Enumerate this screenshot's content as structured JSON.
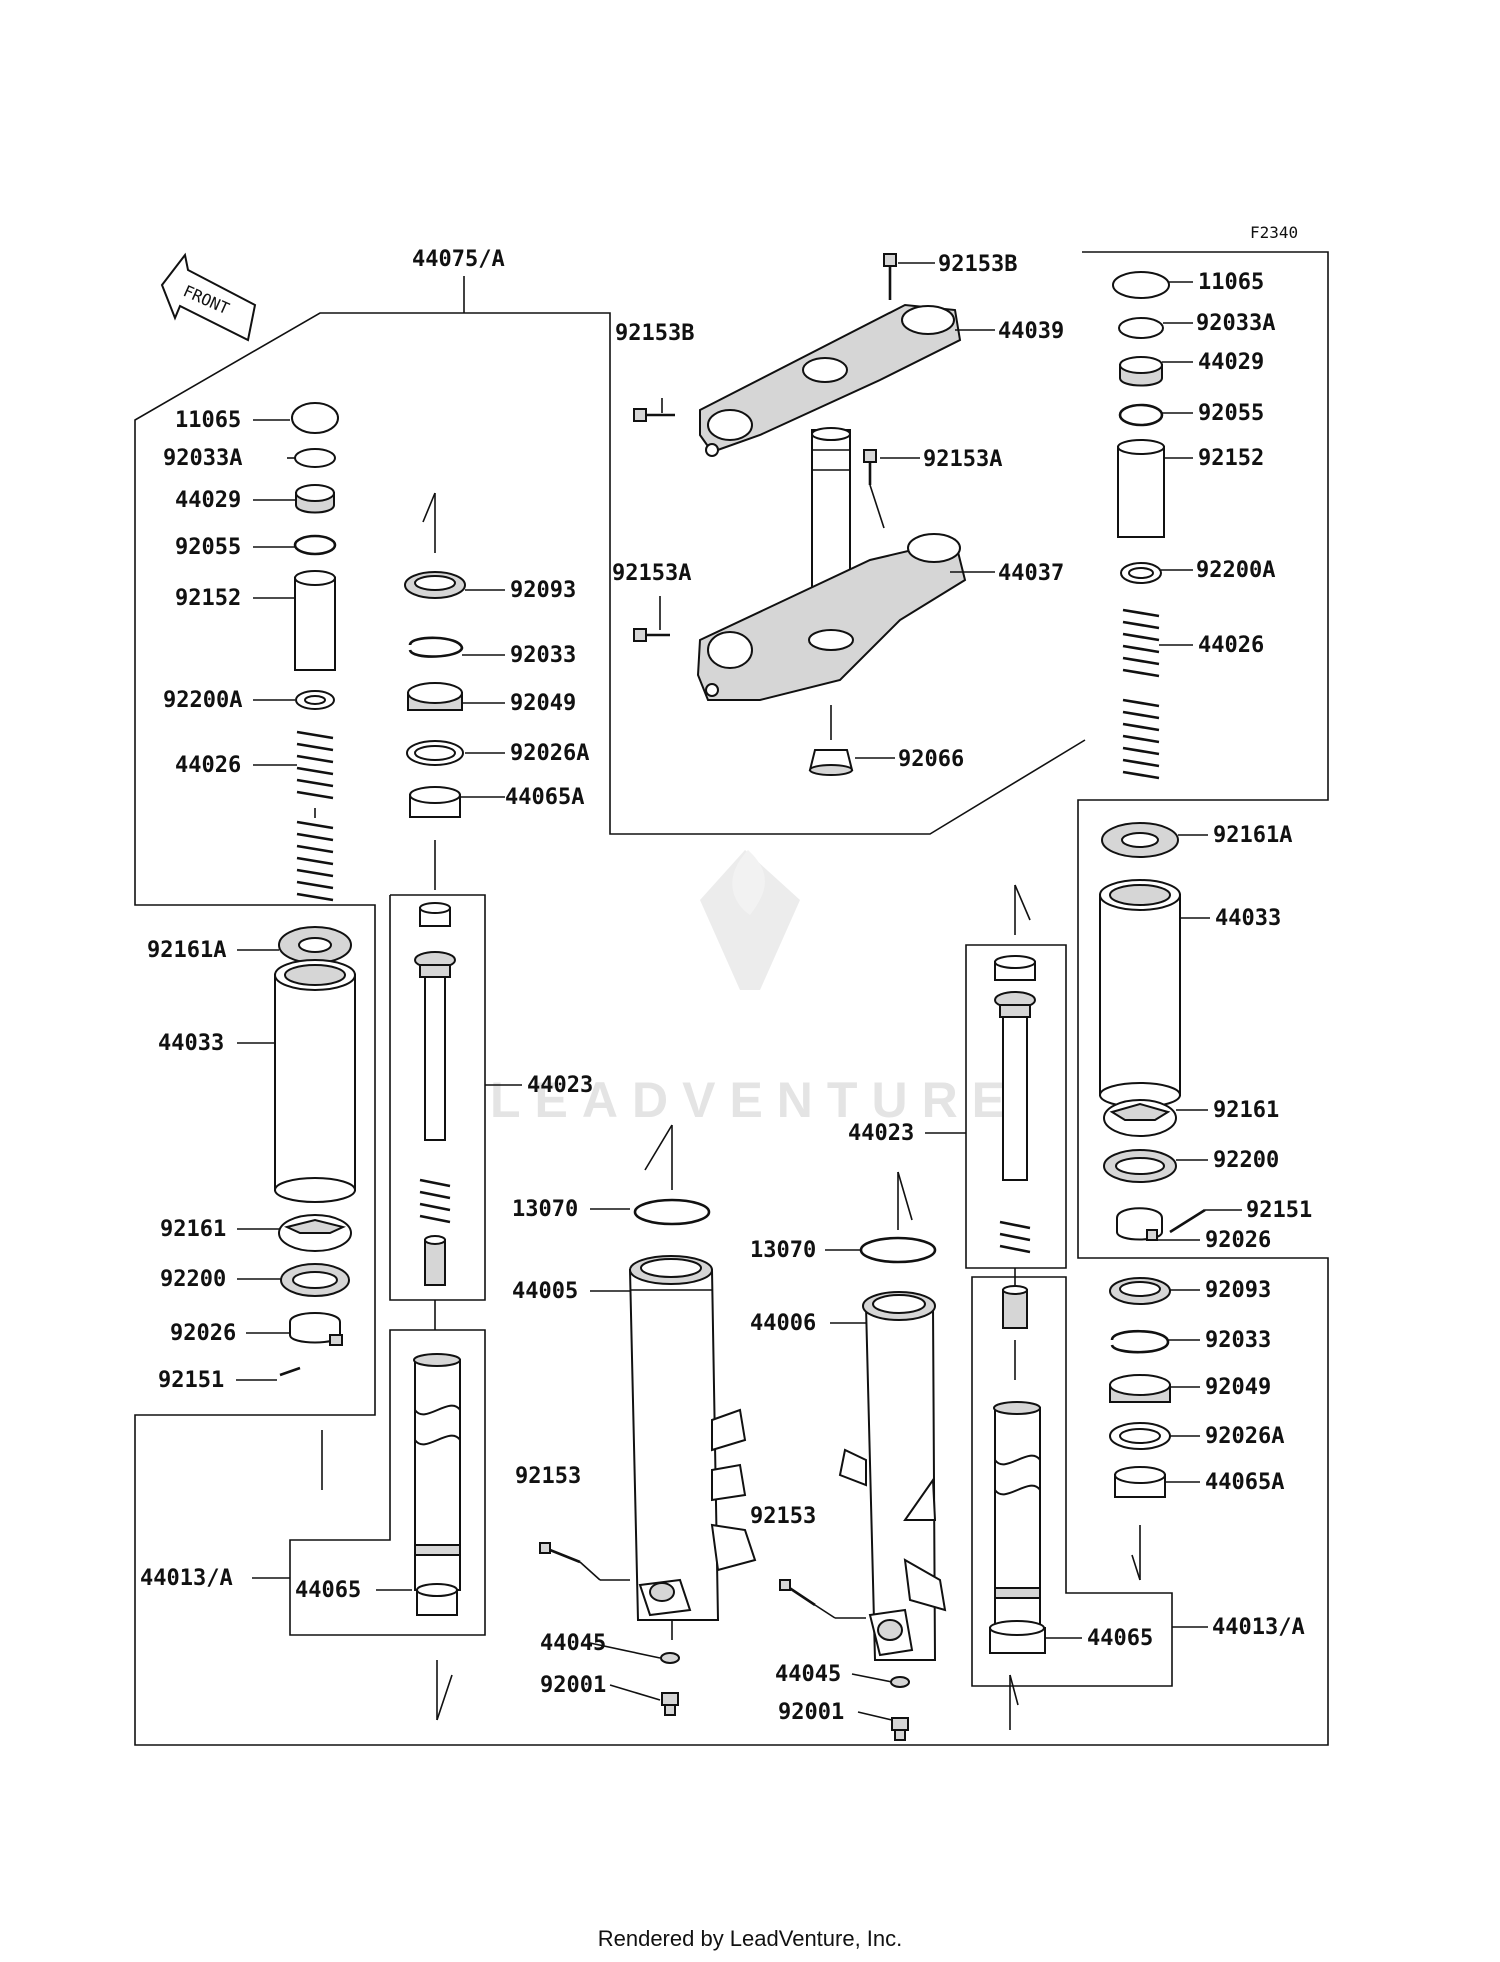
{
  "diagram_code": "F2340",
  "front_arrow_label": "FRONT",
  "footer_text": "Rendered by LeadVenture, Inc.",
  "watermark_text": "LEADVENTURE",
  "labels": {
    "assembly_top": "44075/A",
    "top_clamp_bolt": "92153B",
    "top_clamp_bolt_side": "92153B",
    "top_clamp": "44039",
    "stem_bolt_upper": "92153A",
    "stem_bolt_lower": "92153A",
    "steering_stem": "44037",
    "stem_nut": "92066",
    "l_cap": "11065",
    "l_oring_a": "92033A",
    "l_plug": "44029",
    "l_oring": "92055",
    "l_collar": "92152",
    "l_washer_a": "92200A",
    "l_spring": "44026",
    "l_washer_161a": "92161A",
    "l_cover": "44033",
    "l_washer_161": "92161",
    "l_washer_200": "92200",
    "l_clamp": "92026",
    "l_screw": "92151",
    "l_inner_tube": "44013/A",
    "l_bushing": "44065",
    "l_seal": "92093",
    "l_circlip": "92033",
    "l_oil_seal": "92049",
    "l_washer_26a": "92026A",
    "l_bushing_a": "44065A",
    "l_cylinder": "44023",
    "l_ring": "13070",
    "l_outer_tube": "44005",
    "l_bolt": "92153",
    "l_gasket": "44045",
    "l_drain": "92001",
    "r_cap": "11065",
    "r_oring_a": "92033A",
    "r_plug": "44029",
    "r_oring": "92055",
    "r_collar": "92152",
    "r_washer_a": "92200A",
    "r_spring": "44026",
    "r_washer_161a": "92161A",
    "r_cover": "44033",
    "r_washer_161": "92161",
    "r_washer_200": "92200",
    "r_screw": "92151",
    "r_clamp": "92026",
    "r_seal": "92093",
    "r_circlip": "92033",
    "r_oil_seal": "92049",
    "r_washer_26a": "92026A",
    "r_bushing_a": "44065A",
    "r_cylinder": "44023",
    "r_ring": "13070",
    "r_outer_tube": "44006",
    "r_bolt": "92153",
    "r_gasket": "44045",
    "r_drain": "92001",
    "r_bushing": "44065",
    "r_inner_tube": "44013/A"
  }
}
